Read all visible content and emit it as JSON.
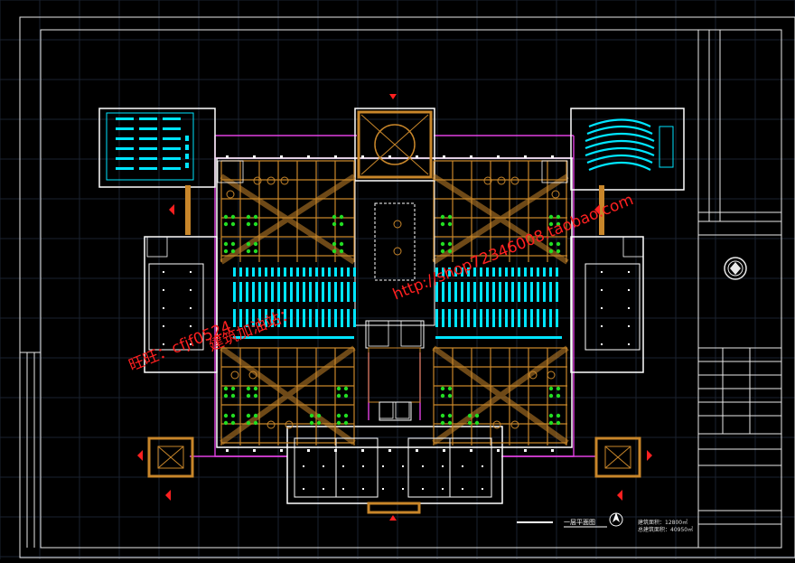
{
  "watermark": {
    "contact": "旺旺：cfjf0524",
    "shop_name": "建筑加油站：",
    "url": "http://shop72346008.taobao.com"
  },
  "plan": {
    "title": "一层平面图",
    "area_note_1": "建筑面积：12800㎡",
    "area_note_2": "总建筑面积：40950㎡"
  },
  "colors": {
    "background": "#000000",
    "grid": "#1a2230",
    "frame": "#e8e8e8",
    "wall": "#ffffff",
    "furniture": "#00e5ff",
    "structure": "#c8862a",
    "plants": "#22dd22",
    "axis": "#e040e0",
    "marker": "#ff2020",
    "watermark": "#ff2020"
  }
}
